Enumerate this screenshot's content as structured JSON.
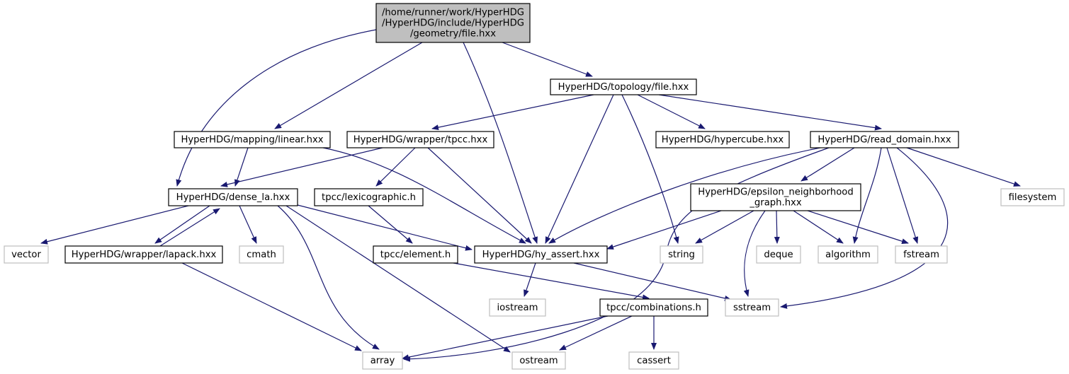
{
  "colors": {
    "edge": "#191970",
    "root_fill": "#bfbfbf",
    "node_border": "#000000",
    "external_border": "#bfbfbf",
    "external_text": "#000000"
  },
  "nodes": {
    "root": {
      "lines": [
        "/home/runner/work/HyperHDG",
        "/HyperHDG/include/HyperHDG",
        "/geometry/file.hxx"
      ]
    },
    "topology": {
      "lines": [
        "HyperHDG/topology/file.hxx"
      ]
    },
    "mapping": {
      "lines": [
        "HyperHDG/mapping/linear.hxx"
      ]
    },
    "tpcc_wrapper": {
      "lines": [
        "HyperHDG/wrapper/tpcc.hxx"
      ]
    },
    "hypercube": {
      "lines": [
        "HyperHDG/hypercube.hxx"
      ]
    },
    "read_domain": {
      "lines": [
        "HyperHDG/read_domain.hxx"
      ]
    },
    "dense_la": {
      "lines": [
        "HyperHDG/dense_la.hxx"
      ]
    },
    "lexicographic": {
      "lines": [
        "tpcc/lexicographic.h"
      ]
    },
    "epsilon": {
      "lines": [
        "HyperHDG/epsilon_neighborhood",
        "_graph.hxx"
      ]
    },
    "filesystem": {
      "lines": [
        "filesystem"
      ]
    },
    "vector": {
      "lines": [
        "vector"
      ]
    },
    "lapack": {
      "lines": [
        "HyperHDG/wrapper/lapack.hxx"
      ]
    },
    "cmath": {
      "lines": [
        "cmath"
      ]
    },
    "element": {
      "lines": [
        "tpcc/element.h"
      ]
    },
    "hy_assert": {
      "lines": [
        "HyperHDG/hy_assert.hxx"
      ]
    },
    "string": {
      "lines": [
        "string"
      ]
    },
    "deque": {
      "lines": [
        "deque"
      ]
    },
    "algorithm": {
      "lines": [
        "algorithm"
      ]
    },
    "fstream": {
      "lines": [
        "fstream"
      ]
    },
    "iostream": {
      "lines": [
        "iostream"
      ]
    },
    "combinations": {
      "lines": [
        "tpcc/combinations.h"
      ]
    },
    "sstream": {
      "lines": [
        "sstream"
      ]
    },
    "array": {
      "lines": [
        "array"
      ]
    },
    "ostream": {
      "lines": [
        "ostream"
      ]
    },
    "cassert": {
      "lines": [
        "cassert"
      ]
    }
  }
}
